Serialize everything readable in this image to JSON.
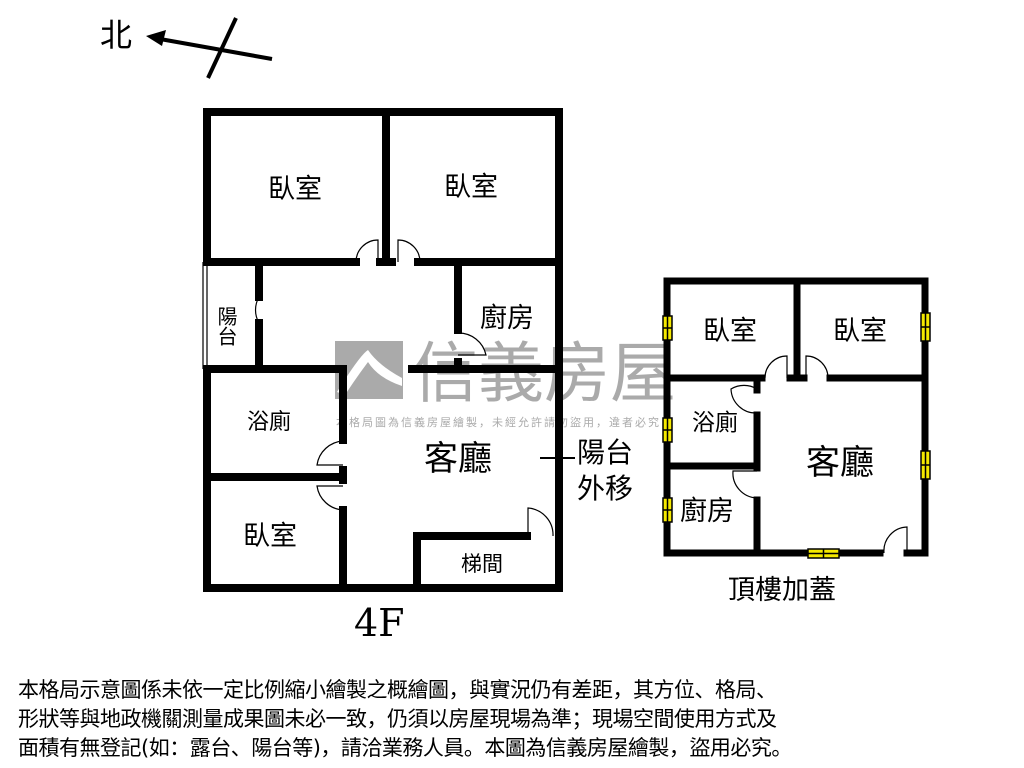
{
  "compass": {
    "north_label": "北"
  },
  "watermark": {
    "brand": "信義房屋",
    "notice": "本格局圖為信義房屋繪製，未經允許請勿盜用，違者必究",
    "color": "#a6a6a6"
  },
  "floor_4f": {
    "floor_label": "4F",
    "rooms": {
      "bedroom_top_left": "臥室",
      "bedroom_top_right": "臥室",
      "balcony": "陽台",
      "kitchen": "廚房",
      "bathroom": "浴廁",
      "living_room": "客廳",
      "bedroom_bottom": "臥室",
      "stairwell": "梯間"
    },
    "annotation_line1": "陽台",
    "annotation_line2": "外移"
  },
  "rooftop": {
    "floor_label": "頂樓加蓋",
    "rooms": {
      "bedroom_left": "臥室",
      "bedroom_right": "臥室",
      "bathroom": "浴廁",
      "living_room": "客廳",
      "kitchen": "廚房"
    },
    "window_color": "#f5e900"
  },
  "disclaimer": [
    "本格局示意圖係未依一定比例縮小繪製之概繪圖，與實況仍有差距，其方位、格局、",
    "形狀等與地政機關測量成果圖未必一致，仍須以房屋現場為準；現場空間使用方式及",
    "面積有無登記(如：露台、陽台等)，請洽業務人員。本圖為信義房屋繪製，盜用必究。"
  ]
}
